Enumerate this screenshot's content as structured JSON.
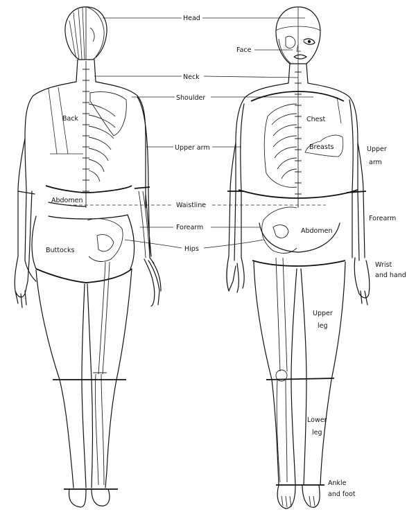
{
  "labels": {
    "head": "Head",
    "face": "Face",
    "neck": "Neck",
    "shoulder": "Shoulder",
    "back": "Back",
    "chest": "Chest",
    "breasts": "Breasts",
    "upper_arm": "Upper arm",
    "upper_arm_right_line1": "Upper",
    "upper_arm_right_line2": "arm",
    "abdomen_back": "Abdomen",
    "abdomen_front": "Abdomen",
    "waistline": "Waistline",
    "forearm_center": "Forearm",
    "forearm_right": "Forearm",
    "hips": "Hips",
    "buttocks": "Buttocks",
    "wrist_hand_line1": "Wrist",
    "wrist_hand_line2": "and hand",
    "upper_leg_line1": "Upper",
    "upper_leg_line2": "leg",
    "lower_leg_line1": "Lower",
    "lower_leg_line2": "leg",
    "ankle_foot_line1": "Ankle",
    "ankle_foot_line2": "and foot"
  }
}
